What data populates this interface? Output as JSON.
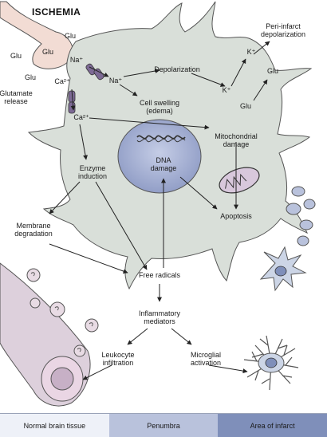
{
  "title": "ISCHEMIA",
  "labels": {
    "glu_1": "Glu",
    "glu_2": "Glu",
    "glu_3": "Glu",
    "glu_4": "Glu",
    "glu_5": "Glu",
    "glu_6": "Glu",
    "glutamate_release": "Glutamate\nrelease",
    "na_ext": "Na⁺",
    "na_int": "Na⁺",
    "ca_ext": "Ca²⁺",
    "ca_int": "Ca²⁺",
    "k_1": "K⁺",
    "k_2": "K⁺",
    "peri_infarct": "Peri-infarct\ndepolarization",
    "depolarization": "Depolarization",
    "cell_swelling": "Cell swelling\n(edema)",
    "mitochondrial_damage": "Mitochondrial\ndamage",
    "enzyme_induction": "Enzyme\ninduction",
    "dna_damage": "DNA\ndamage",
    "apoptosis": "Apoptosis",
    "membrane_degradation": "Membrane\ndegradation",
    "free_radicals": "Free radicals",
    "inflammatory_mediators": "Inflammatory\nmediators",
    "leukocyte_infiltration": "Leukocyte\ninfiltration",
    "microglial_activation": "Microglial\nactivation"
  },
  "legend": [
    {
      "label": "Normal brain tissue",
      "color": "#eef1f8"
    },
    {
      "label": "Penumbra",
      "color": "#b9c2dc"
    },
    {
      "label": "Area of infarct",
      "color": "#7f8fba"
    }
  ],
  "colors": {
    "cell": "#d9dfd9",
    "nucleus": "#a8b3d3",
    "vessel": "#ddd0dc",
    "rbc": "#e8dbe4",
    "axon": "#f2dcd4",
    "microglia": "#ccd5e6"
  }
}
